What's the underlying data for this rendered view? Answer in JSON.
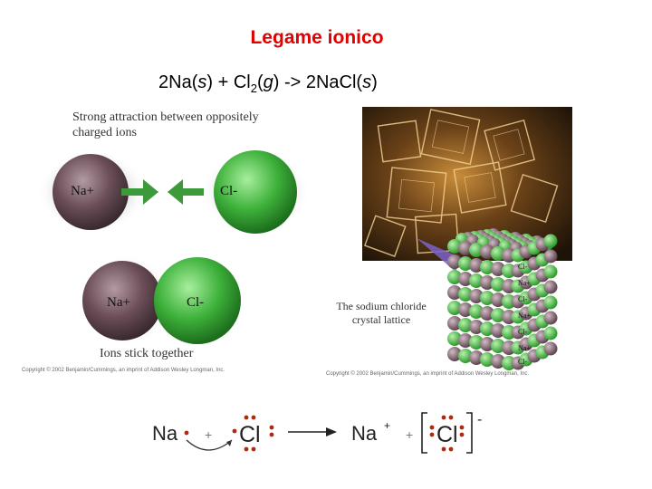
{
  "title": "Legame ionico",
  "equation": {
    "part1": "2Na(",
    "s1": "s",
    "part2": ") + Cl",
    "sub": "2",
    "part3": "(",
    "g": "g",
    "part4": ") -> 2NaCl(",
    "s2": "s",
    "part5": ")"
  },
  "figure": {
    "attraction_caption": "Strong attraction between oppositely charged ions",
    "stick_caption": "Ions stick together",
    "lattice_caption": "The sodium chloride crystal lattice",
    "copyright_left": "Copyright © 2002 Benjamin/Cummings, an imprint of Addison Wesley Longman, Inc.",
    "copyright_right": "Copyright © 2002 Benjamin/Cummings, an imprint of Addison Wesley Longman, Inc.",
    "ions": {
      "na_top": "Na+",
      "cl_top": "Cl-",
      "na_bottom": "Na+",
      "cl_bottom": "Cl-"
    },
    "lattice_labels": [
      "Cl-",
      "Na+",
      "Cl-",
      "Na+",
      "Cl-",
      "Na+",
      "Cl-"
    ],
    "colors": {
      "sodium": "#6b4e58",
      "chlorine": "#3fb23c",
      "arrow": "#3c9a3a"
    }
  },
  "lewis": {
    "na_left": "Na",
    "plus1": "+",
    "cl_left": "Cl",
    "na_right": "Na",
    "na_charge": "+",
    "plus2": "+",
    "cl_right": "Cl",
    "cl_charge": "-",
    "dot_color": "#b02a10"
  }
}
